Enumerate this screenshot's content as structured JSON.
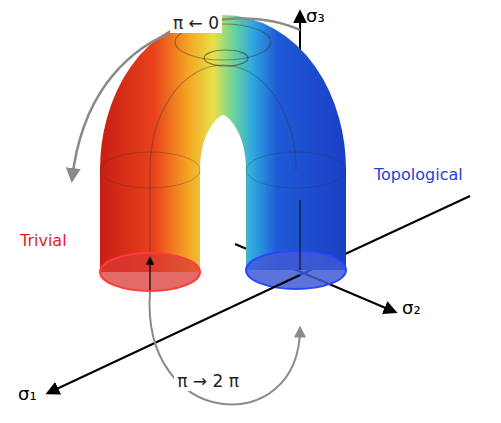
{
  "diagram": {
    "labels": [
      "π ← 0",
      "σ₃",
      "Topological",
      "σ₂",
      "Trivial",
      "σ₁",
      "π → 2 π"
    ]
  }
}
